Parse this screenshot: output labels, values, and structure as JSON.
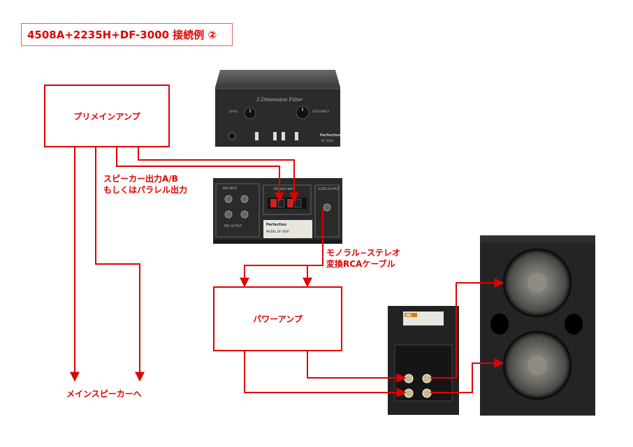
{
  "title": "4508A+2235H+DF-3000  接続例 ②",
  "boxes": {
    "preamp": "プリメインアンプ",
    "poweramp": "パワーアンプ"
  },
  "labels": {
    "speaker_out_line1": "スピーカー出力A/B",
    "speaker_out_line2": "もしくはパラレル出力",
    "mono_stereo_line1": "モノラル−ステレオ",
    "mono_stereo_line2": "変換RCAケーブル",
    "main_speaker": "メインスピーカーへ"
  },
  "filter_front": {
    "script_name": "3 Dimension Filter",
    "level": "LEVEL",
    "frequency": "FREQUENCY",
    "brand": "Perfection",
    "model": "DF-3000"
  },
  "filter_back": {
    "input": "PRE INPUT",
    "speaker_input": "SPEAKER INPUT",
    "output": "FILTER OUTPUT",
    "pre_output": "PRE OUTPUT",
    "plate_brand": "Perfection",
    "plate_model": "MODEL DF-3000"
  },
  "speaker_badge": "JBL",
  "colors": {
    "accent": "#e00000",
    "device_dark": "#2a2a2a"
  }
}
